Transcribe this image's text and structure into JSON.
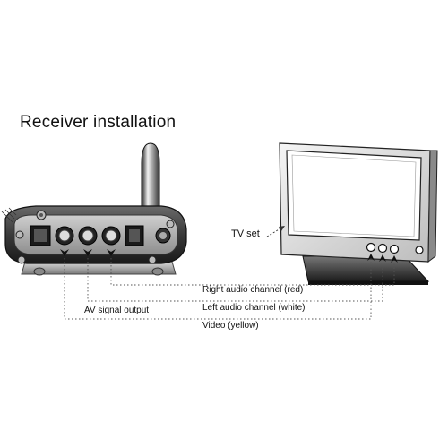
{
  "title": "Receiver installation",
  "labels": {
    "tv_set": "TV set",
    "right_audio": "Right audio channel (red)",
    "left_audio": "Left audio channel (white)",
    "video": "Video (yellow)",
    "av_output": "AV signal output"
  },
  "icons": [
    "antenna-icon",
    "receiver-icon",
    "tv-icon",
    "arrow-icon"
  ]
}
